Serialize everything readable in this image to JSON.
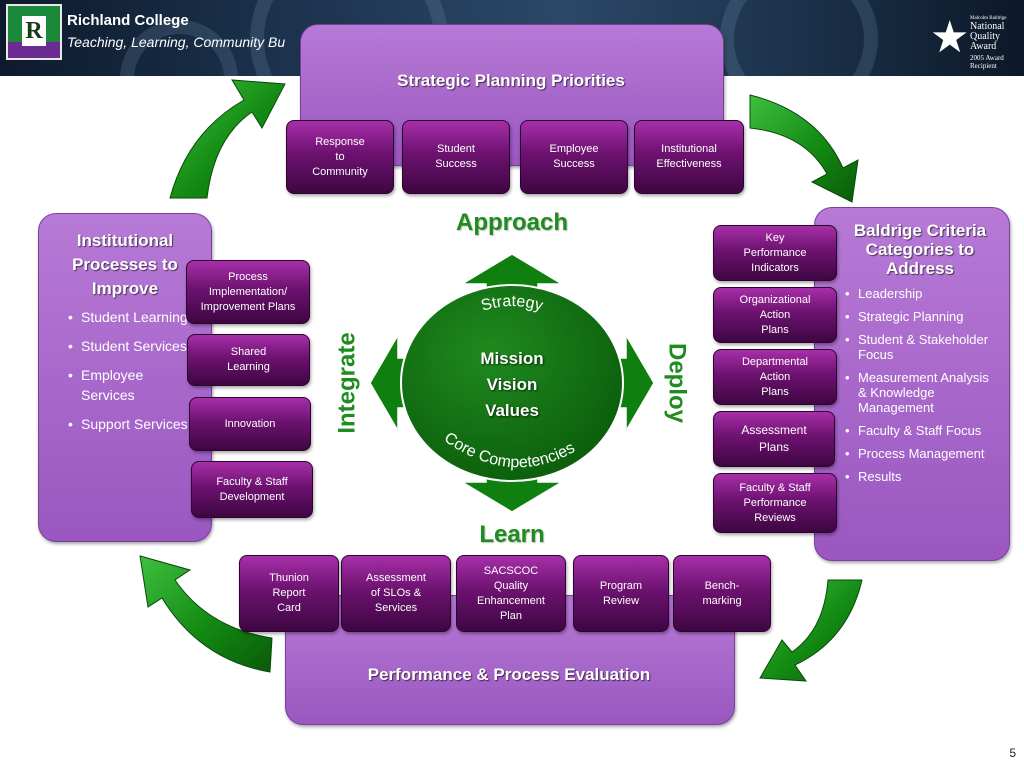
{
  "header": {
    "college": "Richland College",
    "tagline": "Teaching, Learning, Community Bu",
    "logo_letter": "R",
    "award_lines": [
      "Malcolm Baldrige",
      "National",
      "Quality",
      "Award"
    ],
    "award_sub": [
      "2005 Award",
      "Recipient"
    ]
  },
  "top_panel": {
    "title": "Strategic Planning Priorities",
    "boxes": [
      "Response\nto\nCommunity",
      "Student\nSuccess",
      "Employee\nSuccess",
      "Institutional\nEffectiveness"
    ]
  },
  "left_panel": {
    "title": "Institutional Processes to Improve",
    "bullets": [
      "Student Learning",
      "Student Services",
      "Employee Services",
      "Support Services"
    ],
    "boxes": [
      "Process\nImplementation/\nImprovement Plans",
      "Shared\nLearning",
      "Innovation",
      "Faculty & Staff\nDevelopment"
    ]
  },
  "right_panel": {
    "title": "Baldrige Criteria Categories to Address",
    "bullets": [
      "Leadership",
      "Strategic Planning",
      "Student & Stakeholder Focus",
      "Measurement Analysis & Knowledge Management",
      "Faculty & Staff Focus",
      "Process Management",
      "Results"
    ],
    "boxes": [
      "Key\nPerformance\nIndicators",
      "Organizational\nAction\nPlans",
      "Departmental\nAction\nPlans",
      "Assessment\nPlans",
      "Faculty & Staff\nPerformance\nReviews"
    ]
  },
  "bottom_panel": {
    "title": "Performance & Process Evaluation",
    "boxes": [
      "Thunion\nReport\nCard",
      "Assessment\nof SLOs &\nServices",
      "SACSCOC\nQuality\nEnhancement\nPlan",
      "Program\nReview",
      "Bench-\nmarking"
    ]
  },
  "center": {
    "approach": "Approach",
    "learn": "Learn",
    "integrate": "Integrate",
    "deploy": "Deploy",
    "lines": [
      "Mission",
      "Vision",
      "Values"
    ],
    "arc_top": "Strategy",
    "arc_bottom": "Core Competencies"
  },
  "page_number": "5",
  "colors": {
    "panel": "#a766cc",
    "box": "#6d1270",
    "green": "#1e8c1e"
  }
}
